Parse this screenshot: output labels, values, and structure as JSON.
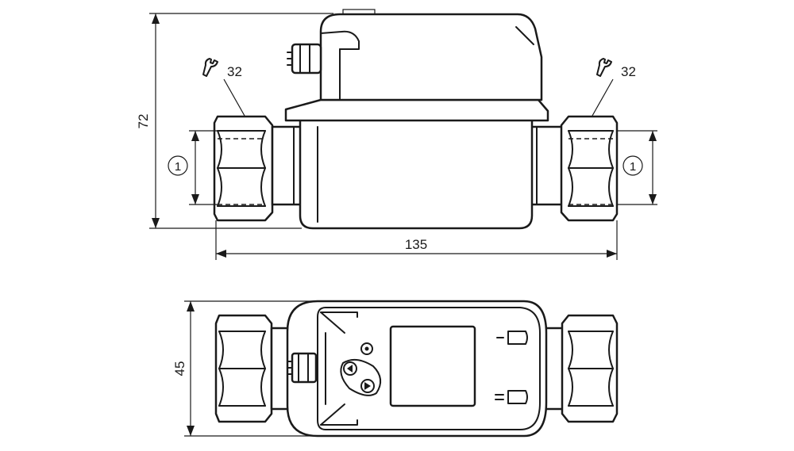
{
  "dimensions": {
    "height": "72",
    "length": "135",
    "width": "45"
  },
  "wrench": {
    "left_size": "32",
    "right_size": "32"
  },
  "thread_marker": {
    "left": "1",
    "right": "1"
  },
  "colors": {
    "line": "#1a1a1a",
    "background": "#ffffff"
  },
  "icons": {
    "wrench": "wrench-icon",
    "up_button": "arrow-up-button-icon",
    "down_button": "arrow-down-button-icon",
    "led": "status-led-icon"
  }
}
